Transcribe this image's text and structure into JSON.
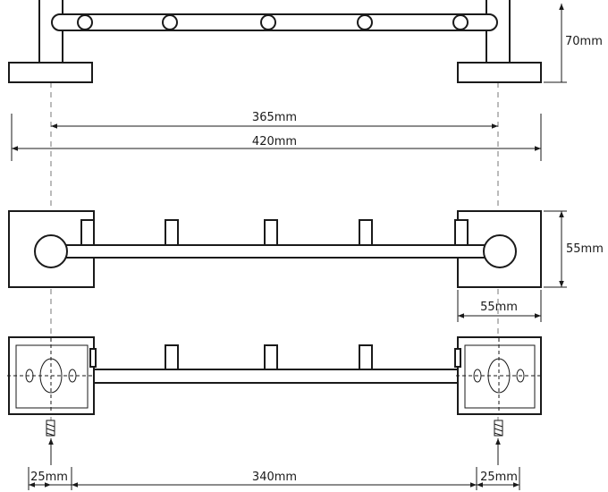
{
  "dimensions": {
    "height_top": "70mm",
    "inner_width": "365mm",
    "outer_width": "420mm",
    "depth": "55mm",
    "base_width": "55mm",
    "edge_left": "25mm",
    "mount_span": "340mm",
    "edge_right": "25mm"
  }
}
